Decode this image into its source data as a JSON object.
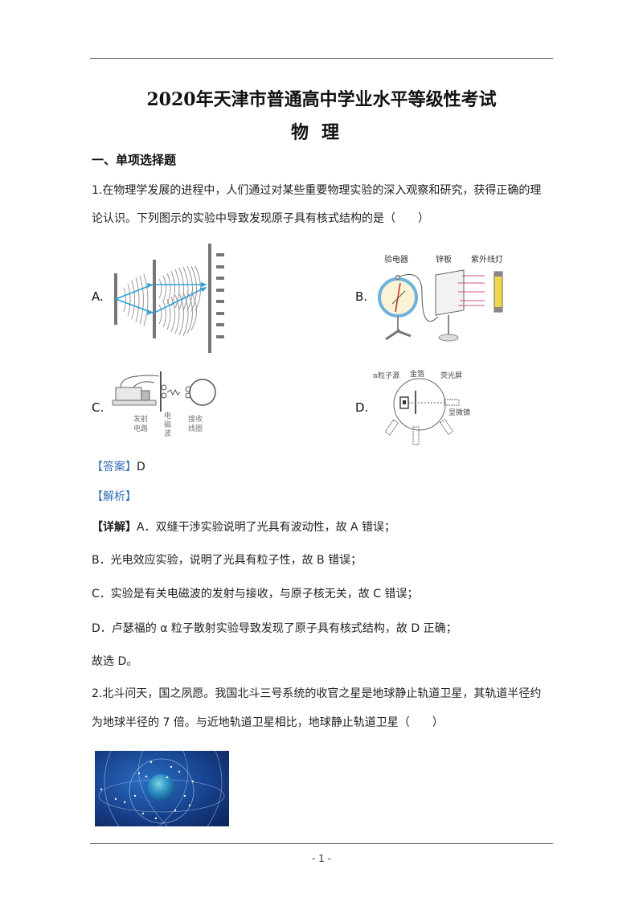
{
  "page": {
    "title": "2020年天津市普通高中学业水平等级性考试",
    "subject": "物理",
    "section_heading": "一、单项选择题",
    "page_number": "- 1 -"
  },
  "question1": {
    "number": "1.",
    "stem_line1": "在物理学发展的进程中，人们通过对某些重要物理实验的深入观察和研究，获得正确的理",
    "stem_line2": "论认识。下列图示的实验中导致发现原子具有核式结构的是（　　）",
    "options": [
      {
        "label": "A.",
        "figure": "double-slit-interference",
        "figure_labels": []
      },
      {
        "label": "B.",
        "figure": "photoelectric-effect",
        "figure_labels": [
          "验电器",
          "锌板",
          "紫外线灯"
        ]
      },
      {
        "label": "C.",
        "figure": "electromagnetic-wave-transmission",
        "figure_labels": [
          "发射电路",
          "电磁波",
          "接收线圈"
        ]
      },
      {
        "label": "D.",
        "figure": "alpha-particle-scattering",
        "figure_labels": [
          "α粒子源",
          "金箔",
          "荧光屏",
          "显微镜"
        ]
      }
    ],
    "answer_tag": "【答案】",
    "answer_value": "D",
    "analysis_tag": "【解析】",
    "detail_tag": "【详解】",
    "detail_lines": [
      "A．双缝干涉实验说明了光具有波动性，故 A 错误；",
      "B．光电效应实验，说明了光具有粒子性，故 B 错误；",
      "C．实验是有关电磁波的发射与接收，与原子核无关，故 C 错误；",
      "D．卢瑟福的 α 粒子散射实验导致发现了原子具有核式结构，故 D 正确；",
      "故选 D。"
    ]
  },
  "question2": {
    "number": "2.",
    "stem_line1": "北斗问天，国之夙愿。我国北斗三号系统的收官之星是地球静止轨道卫星，其轨道半径约",
    "stem_line2": "为地球半径的 7 倍。与近地轨道卫星相比，地球静止轨道卫星（　　）",
    "figure": "beidou-satellite-constellation"
  },
  "colors": {
    "tag_blue": "#2f6fb3",
    "arrow_blue": "#2aa0dc",
    "uv_arrow_pink": "#d0508a"
  }
}
